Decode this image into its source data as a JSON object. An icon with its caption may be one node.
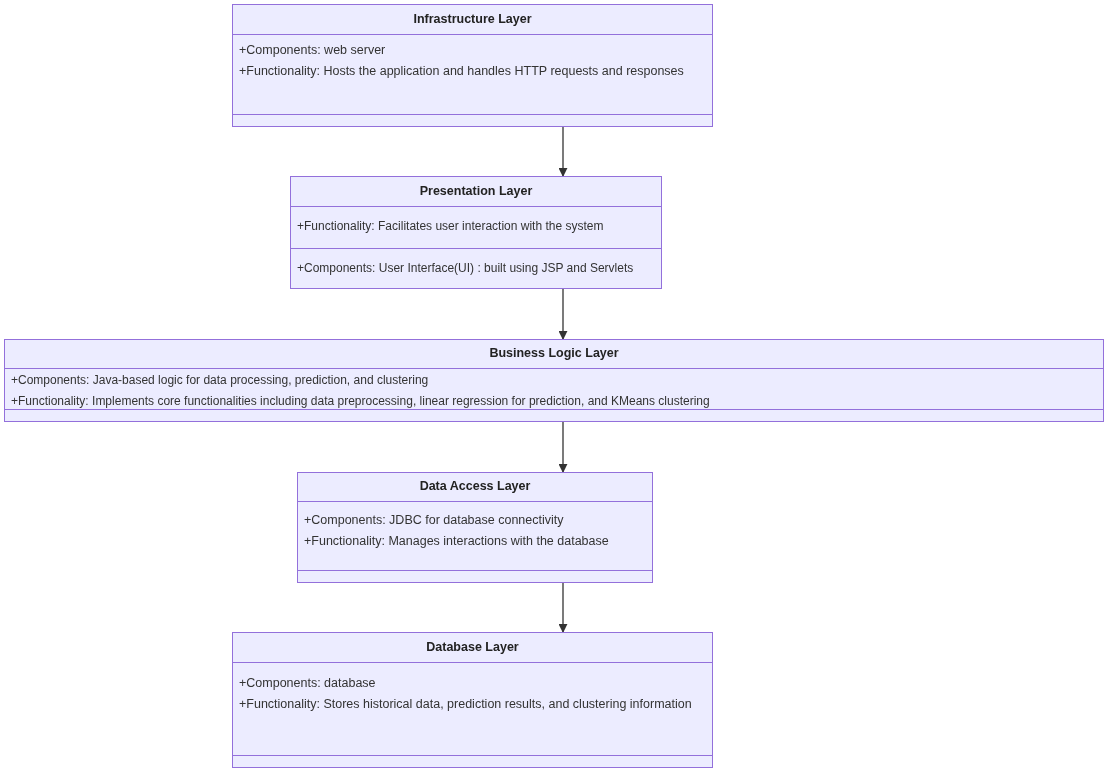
{
  "diagram": {
    "nodes": [
      {
        "text": [
          "Infrastructure Layer",
          "+Components: web server",
          "+Functionality: Hosts the application and handles HTTP requests and responses"
        ]
      },
      {
        "text": [
          "Presentation Layer",
          "+Functionality: Facilitates user interaction with the system",
          "+Components: User Interface(UI) : built using JSP and Servlets"
        ]
      },
      {
        "text": [
          "Business Logic Layer",
          "+Components: Java-based logic for data processing, prediction, and clustering",
          "+Functionality: Implements core functionalities including data preprocessing, linear regression for prediction, and KMeans clustering"
        ]
      },
      {
        "text": [
          "Data Access Layer",
          "+Components: JDBC for database connectivity",
          "+Functionality: Manages interactions with the database"
        ]
      },
      {
        "text": [
          "Database Layer",
          "+Components: database",
          "+Functionality: Stores historical data, prediction results, and clustering information"
        ]
      }
    ],
    "edges": [
      {
        "from": 0,
        "to": 1,
        "arrow": "to"
      },
      {
        "from": 1,
        "to": 2,
        "arrow": "to"
      },
      {
        "from": 2,
        "to": 3,
        "arrow": "to"
      },
      {
        "from": 3,
        "to": 4,
        "arrow": "to"
      }
    ]
  }
}
